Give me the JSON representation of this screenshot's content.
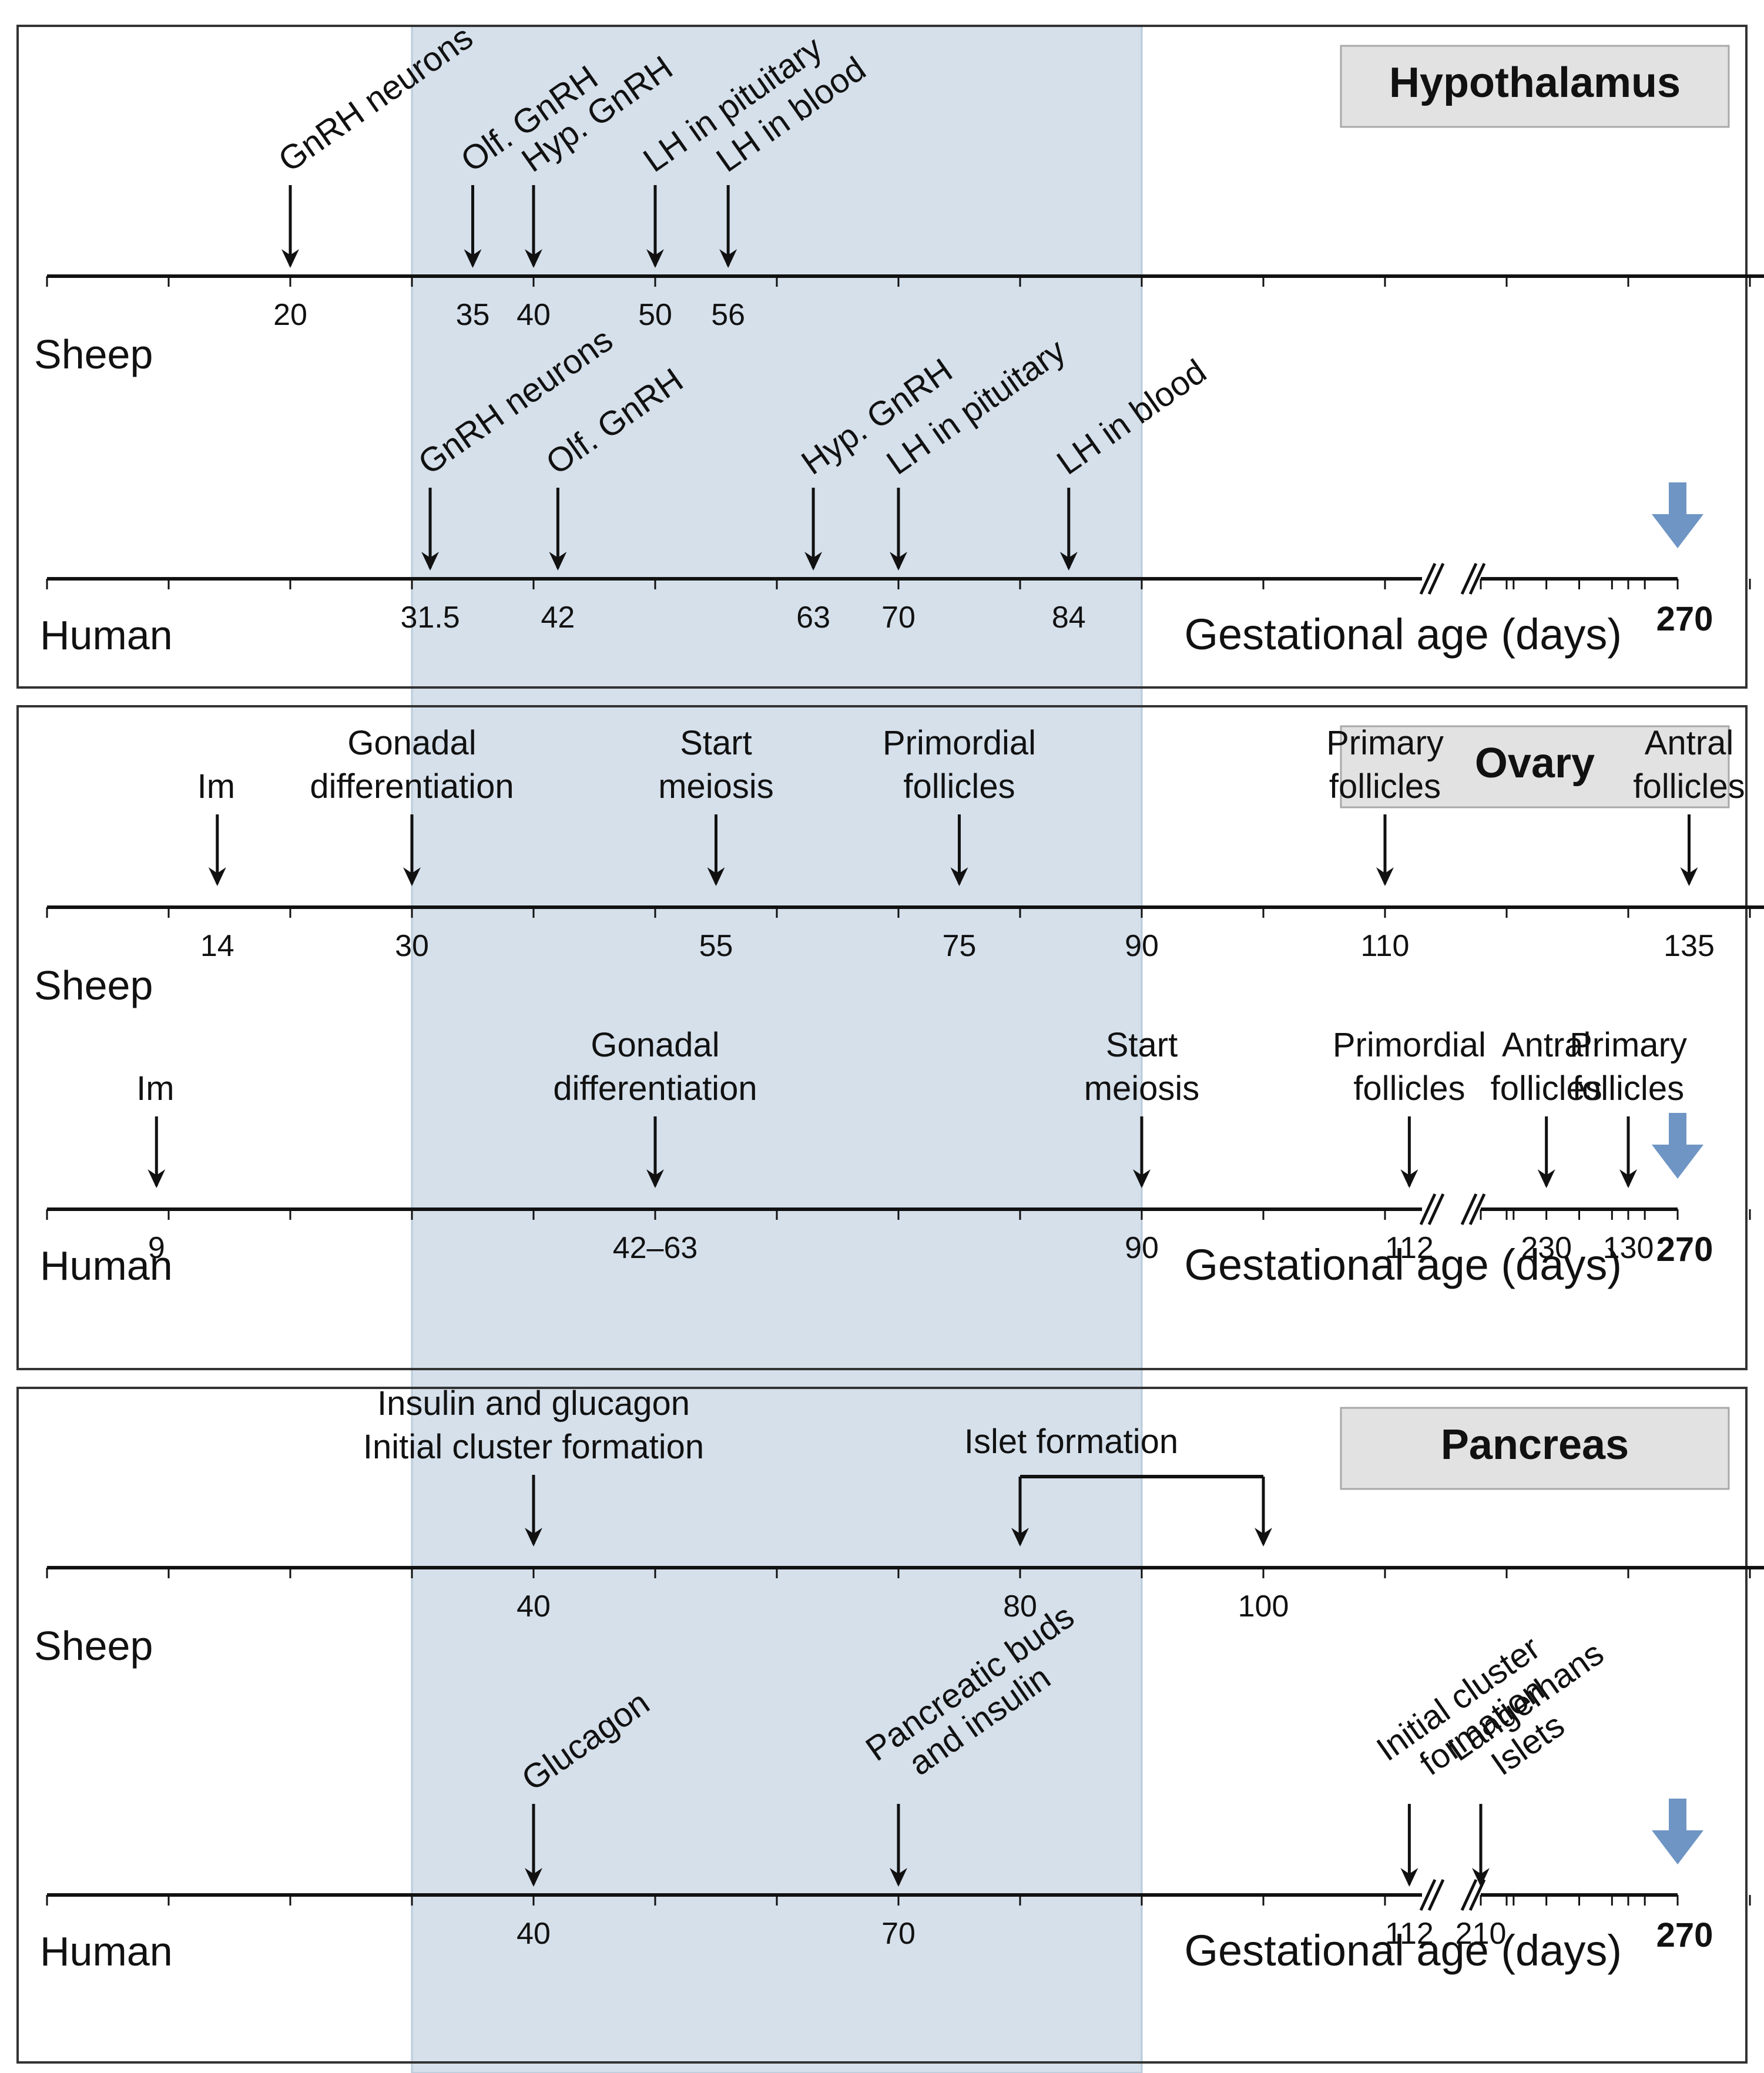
{
  "colors": {
    "shade": "#d5e0eb",
    "shade_edge": "#b9cbdc",
    "arrow_blue": "#6e95c4",
    "title_box": "#e2e2e2",
    "title_box_border": "#a8a8a8",
    "line": "#111111"
  },
  "shaded_window_days": [
    30,
    90
  ],
  "panels": [
    {
      "title": "Hypothalamus",
      "tracks": [
        {
          "species": "Sheep",
          "end": "150",
          "labels_rotated": true,
          "events": [
            {
              "day": 20,
              "text": [
                "GnRH neurons"
              ]
            },
            {
              "day": 35,
              "text": [
                "Olf. GnRH"
              ]
            },
            {
              "day": 40,
              "text": [
                "Hyp. GnRH"
              ]
            },
            {
              "day": 50,
              "text": [
                "LH in pituitary"
              ]
            },
            {
              "day": 56,
              "text": [
                "LH in blood"
              ]
            }
          ],
          "ticks": [
            {
              "day": 20,
              "label": "20"
            },
            {
              "day": 35,
              "label": "35"
            },
            {
              "day": 40,
              "label": "40"
            },
            {
              "day": 50,
              "label": "50"
            },
            {
              "day": 56,
              "label": "56"
            }
          ]
        },
        {
          "species": "Human",
          "end": "270",
          "axis_title": "Gestational age (days)",
          "labels_rotated": true,
          "events": [
            {
              "day": 31.5,
              "text": [
                "GnRH neurons"
              ]
            },
            {
              "day": 42,
              "text": [
                "Olf. GnRH"
              ]
            },
            {
              "day": 63,
              "text": [
                "Hyp. GnRH"
              ]
            },
            {
              "day": 70,
              "text": [
                "LH in pituitary"
              ]
            },
            {
              "day": 84,
              "text": [
                "LH in blood"
              ]
            }
          ],
          "ticks": [
            {
              "day": 31.5,
              "label": "31.5"
            },
            {
              "day": 42,
              "label": "42"
            },
            {
              "day": 63,
              "label": "63"
            },
            {
              "day": 70,
              "label": "70"
            },
            {
              "day": 84,
              "label": "84"
            }
          ]
        }
      ]
    },
    {
      "title": "Ovary",
      "tracks": [
        {
          "species": "Sheep",
          "end": "150",
          "labels_rotated": false,
          "events": [
            {
              "day": 14,
              "text": [
                "Im"
              ]
            },
            {
              "day": 30,
              "text": [
                "Gonadal",
                "differentiation"
              ]
            },
            {
              "day": 55,
              "text": [
                "Start",
                "meiosis"
              ]
            },
            {
              "day": 75,
              "text": [
                "Primordial",
                "follicles"
              ]
            },
            {
              "day": 110,
              "text": [
                "Primary",
                "follicles"
              ]
            },
            {
              "day": 135,
              "text": [
                "Antral",
                "follicles"
              ]
            }
          ],
          "ticks": [
            {
              "day": 14,
              "label": "14"
            },
            {
              "day": 30,
              "label": "30"
            },
            {
              "day": 55,
              "label": "55"
            },
            {
              "day": 75,
              "label": "75"
            },
            {
              "day": 90,
              "label": "90"
            },
            {
              "day": 110,
              "label": "110"
            },
            {
              "day": 135,
              "label": "135"
            }
          ]
        },
        {
          "species": "Human",
          "end": "270",
          "axis_title": "Gestational age (days)",
          "labels_rotated": false,
          "events": [
            {
              "day": 9,
              "text": [
                "Im"
              ]
            },
            {
              "day": 50,
              "text": [
                "Gonadal",
                "differentiation"
              ]
            },
            {
              "day": 90,
              "text": [
                "Start",
                "meiosis"
              ]
            },
            {
              "day": 112,
              "text": [
                "Primordial",
                "follicles"
              ]
            },
            {
              "day": 130,
              "text": [
                "Primary",
                "follicles"
              ]
            },
            {
              "day": 230,
              "text": [
                "Antral",
                "follicles"
              ]
            }
          ],
          "ticks": [
            {
              "day": 9,
              "label": "9"
            },
            {
              "day": 50,
              "label": "42–63"
            },
            {
              "day": 90,
              "label": "90"
            },
            {
              "day": 112,
              "label": "112"
            },
            {
              "day": 130,
              "label": "130"
            },
            {
              "day": 230,
              "label": "230"
            }
          ]
        }
      ]
    },
    {
      "title": "Pancreas",
      "tracks": [
        {
          "species": "Sheep",
          "end": "150",
          "labels_rotated": false,
          "events": [
            {
              "day": 40,
              "text": [
                "Insulin and glucagon",
                "Initial cluster formation"
              ]
            }
          ],
          "bracket": {
            "from": 80,
            "to": 100,
            "text": "Islet formation"
          },
          "ticks": [
            {
              "day": 40,
              "label": "40"
            },
            {
              "day": 80,
              "label": "80"
            },
            {
              "day": 100,
              "label": "100"
            }
          ]
        },
        {
          "species": "Human",
          "end": "270",
          "axis_title": "Gestational age (days)",
          "labels_rotated": true,
          "events": [
            {
              "day": 40,
              "text": [
                "Glucagon"
              ]
            },
            {
              "day": 70,
              "text": [
                "Pancreatic buds",
                "and insulin"
              ]
            },
            {
              "day": 112,
              "text": [
                "Initial cluster",
                "formation"
              ]
            },
            {
              "day": 210,
              "text": [
                "Langerhans",
                "Islets"
              ]
            }
          ],
          "ticks": [
            {
              "day": 40,
              "label": "40"
            },
            {
              "day": 70,
              "label": "70"
            },
            {
              "day": 112,
              "label": "112"
            },
            {
              "day": 210,
              "label": "210"
            }
          ]
        }
      ]
    }
  ]
}
